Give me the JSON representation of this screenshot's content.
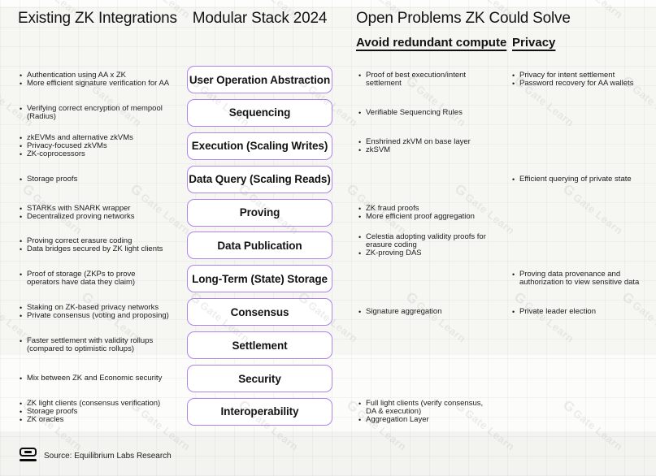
{
  "headers": {
    "existing": "Existing ZK Integrations",
    "stack": "Modular Stack 2024",
    "open_problems": "Open Problems ZK Could Solve",
    "compute": "Avoid redundant compute",
    "privacy": "Privacy"
  },
  "colors": {
    "accent_purple": "#b283ef",
    "text": "#1c1c1c",
    "background": "#f6f6f3"
  },
  "rows": [
    {
      "stack": "User Operation Abstraction",
      "existing": [
        "Authentication using AA x ZK",
        "More efficient signature verification for AA"
      ],
      "compute": [
        "Proof of best execution/intent\nsettlement"
      ],
      "privacy": [
        "Privacy for intent settlement",
        "Password recovery for AA wallets"
      ]
    },
    {
      "stack": "Sequencing",
      "existing": [
        "Verifying correct encryption of mempool\n(Radius)"
      ],
      "compute": [
        "Verifiable Sequencing Rules"
      ],
      "privacy": []
    },
    {
      "stack": "Execution (Scaling Writes)",
      "existing": [
        "zkEVMs and alternative zkVMs",
        "Privacy-focused zkVMs",
        "ZK-coprocessors"
      ],
      "compute": [
        "Enshrined zkVM on base layer",
        "zkSVM"
      ],
      "privacy": []
    },
    {
      "stack": "Data Query (Scaling Reads)",
      "existing": [
        "Storage proofs"
      ],
      "compute": [],
      "privacy": [
        "Efficient querying of private state"
      ]
    },
    {
      "stack": "Proving",
      "existing": [
        "STARKs with SNARK wrapper",
        "Decentralized proving networks"
      ],
      "compute": [
        "ZK fraud proofs",
        "More efficient proof aggregation"
      ],
      "privacy": []
    },
    {
      "stack": "Data Publication",
      "existing": [
        "Proving correct erasure coding",
        "Data bridges secured by ZK light clients"
      ],
      "compute": [
        "Celestia adopting validity proofs for\nerasure coding",
        "ZK-proving DAS"
      ],
      "privacy": []
    },
    {
      "stack": "Long-Term (State) Storage",
      "existing": [
        "Proof of storage (ZKPs to prove\noperators have data they claim)"
      ],
      "compute": [],
      "privacy": [
        "Proving data provenance and\nauthorization to view sensitive data"
      ]
    },
    {
      "stack": "Consensus",
      "existing": [
        "Staking on ZK-based privacy networks",
        "Private consensus (voting and proposing)"
      ],
      "compute": [
        "Signature aggregation"
      ],
      "privacy": [
        "Private leader election"
      ]
    },
    {
      "stack": "Settlement",
      "existing": [
        "Faster settlement with validity rollups\n(compared to optimistic rollups)"
      ],
      "compute": [],
      "privacy": []
    },
    {
      "stack": "Security",
      "existing": [
        "Mix between ZK and Economic security"
      ],
      "compute": [],
      "privacy": []
    },
    {
      "stack": "Interoperability",
      "existing": [
        "ZK light clients (consensus verification)",
        "Storage proofs",
        "ZK oracles"
      ],
      "compute": [
        "Full light clients (verify consensus,\nDA & execution)",
        "Aggregation Layer"
      ],
      "privacy": []
    }
  ],
  "footer": {
    "source": "Source: Equilibrium Labs Research"
  },
  "watermark": {
    "logo": "G",
    "text": "Gate Learn"
  }
}
